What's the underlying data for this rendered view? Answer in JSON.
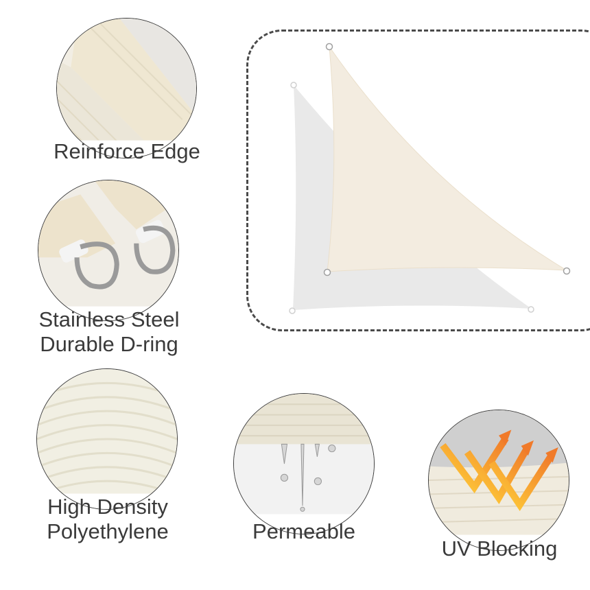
{
  "features": [
    {
      "id": "reinforce-edge",
      "lines": [
        "Reinforce Edge"
      ],
      "image": "edge-closeup"
    },
    {
      "id": "d-ring",
      "lines": [
        "Stainless Steel",
        "Durable D-ring"
      ],
      "image": "d-ring-closeup"
    },
    {
      "id": "hdpe",
      "lines": [
        "High Density",
        "Polyethylene"
      ],
      "image": "fabric-closeup"
    },
    {
      "id": "permeable",
      "lines": [
        "Permeable"
      ],
      "image": "water-drops-closeup"
    },
    {
      "id": "uv-blocking",
      "lines": [
        "UV Blocking"
      ],
      "image": "uv-arrows-closeup"
    }
  ],
  "product": {
    "shape": "right-triangle shade sail",
    "front_color": "#f3ece0",
    "back_color": "#e9e9e9",
    "frame_style": "dashed rounded rectangle"
  },
  "colors": {
    "text": "#3a3a3a",
    "fabric": "#efe9da",
    "uv_arrow_start": "#ffd13a",
    "uv_arrow_end": "#f07a2a",
    "uv_sky": "#cfcfcf"
  }
}
